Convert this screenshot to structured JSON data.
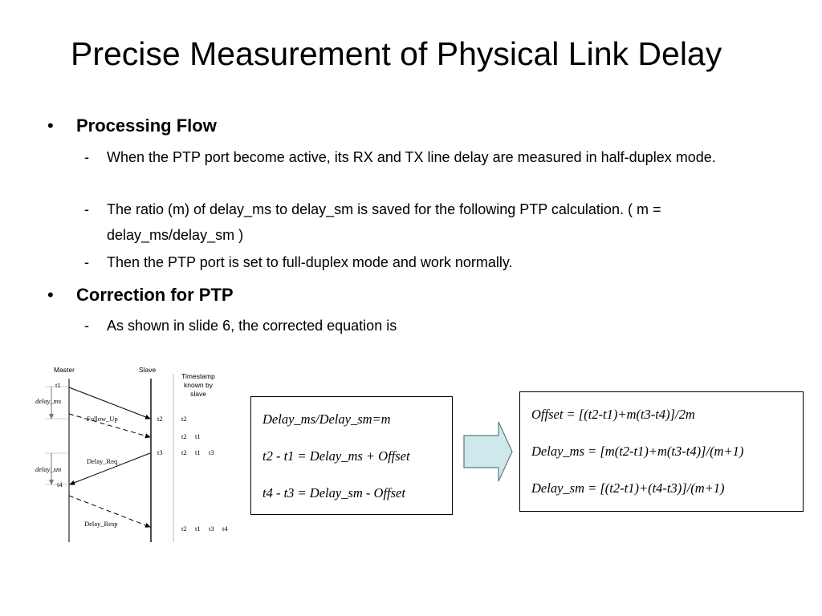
{
  "slide": {
    "title": "Precise Measurement of Physical Link Delay",
    "bullets": [
      {
        "heading": "Processing Flow",
        "items": [
          "When the PTP port become active, its RX and TX line delay are measured in half-duplex mode.",
          "The ratio (m) of delay_ms to delay_sm is  saved for the following PTP calculation. ( m  = delay_ms/delay_sm )",
          "Then the PTP port is set to full-duplex mode and work normally."
        ]
      },
      {
        "heading": "Correction for PTP",
        "items": [
          "As shown in slide 6, the corrected equation is"
        ]
      }
    ]
  },
  "diagram": {
    "master_label": "Master",
    "slave_label": "Slave",
    "timestamp_header": [
      "Timestamp",
      "known by",
      "slave"
    ],
    "t1": "t1",
    "t2": "t2",
    "t3": "t3",
    "t4": "t4",
    "delay_ms": "delay_ms",
    "delay_sm": "delay_sm",
    "follow_up": "Follow_Up",
    "delay_req": "Delay_Req",
    "delay_resp": "Delay_Resp",
    "stamp_rows": [
      [
        "t2"
      ],
      [
        "t2",
        "t1"
      ],
      [
        "t2",
        "t1",
        "t3"
      ],
      [
        "t2",
        "t1",
        "t3",
        "t4"
      ]
    ]
  },
  "equations_left": [
    "Delay_ms/Delay_sm=m",
    "t2 - t1 = Delay_ms + Offset",
    "t4 - t3 = Delay_sm - Offset"
  ],
  "equations_right": [
    "Offset = [(t2-t1)+m(t3-t4)]/2m",
    "Delay_ms = [m(t2-t1)+m(t3-t4)]/(m+1)",
    "Delay_sm = [(t2-t1)+(t4-t3)]/(m+1)"
  ],
  "colors": {
    "arrow_fill": "#cfe8ec",
    "arrow_stroke": "#5a7a80",
    "delay_arrow": "#7a7a7a"
  }
}
